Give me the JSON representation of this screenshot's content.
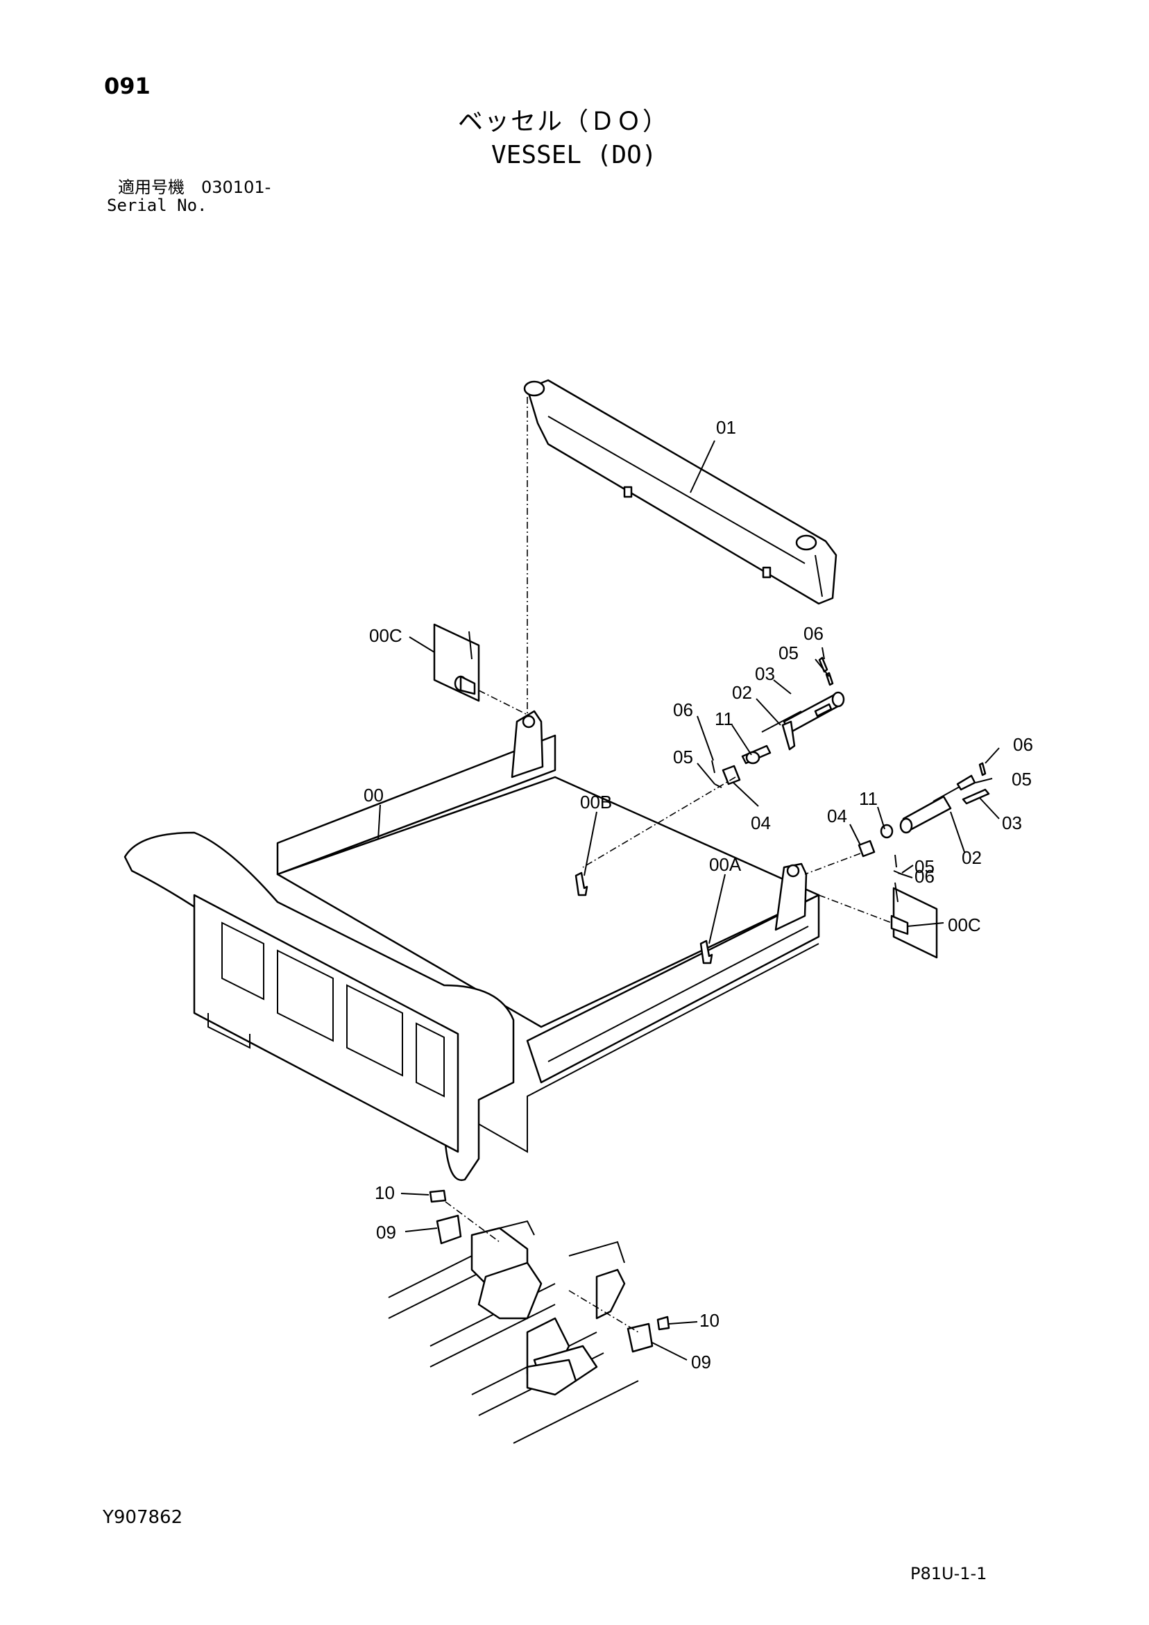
{
  "header": {
    "page_number": "091",
    "title_ja": "ベッセル（ＤＯ）",
    "title_en": "VESSEL (DO)",
    "serial_label_ja": "適用号機　030101-",
    "serial_label_en": "Serial No."
  },
  "callouts": [
    {
      "id": "01",
      "label": "01"
    },
    {
      "id": "00C-top",
      "label": "00C"
    },
    {
      "id": "00",
      "label": "00"
    },
    {
      "id": "00B",
      "label": "00B"
    },
    {
      "id": "00A",
      "label": "00A"
    },
    {
      "id": "06-a",
      "label": "06"
    },
    {
      "id": "05-a",
      "label": "05"
    },
    {
      "id": "03-a",
      "label": "03"
    },
    {
      "id": "02-a",
      "label": "02"
    },
    {
      "id": "11-a",
      "label": "11"
    },
    {
      "id": "06-b",
      "label": "06"
    },
    {
      "id": "05-b",
      "label": "05"
    },
    {
      "id": "04-a",
      "label": "04"
    },
    {
      "id": "06-c",
      "label": "06"
    },
    {
      "id": "05-c",
      "label": "05"
    },
    {
      "id": "03-b",
      "label": "03"
    },
    {
      "id": "11-b",
      "label": "11"
    },
    {
      "id": "04-b",
      "label": "04"
    },
    {
      "id": "06-d",
      "label": "06"
    },
    {
      "id": "02-b",
      "label": "02"
    },
    {
      "id": "05-d",
      "label": "05"
    },
    {
      "id": "00C-bottom",
      "label": "00C"
    },
    {
      "id": "10-a",
      "label": "10"
    },
    {
      "id": "09-a",
      "label": "09"
    },
    {
      "id": "10-b",
      "label": "10"
    },
    {
      "id": "09-b",
      "label": "09"
    }
  ],
  "footer": {
    "doc_id": "Y907862",
    "page_code": "P81U-1-1"
  }
}
